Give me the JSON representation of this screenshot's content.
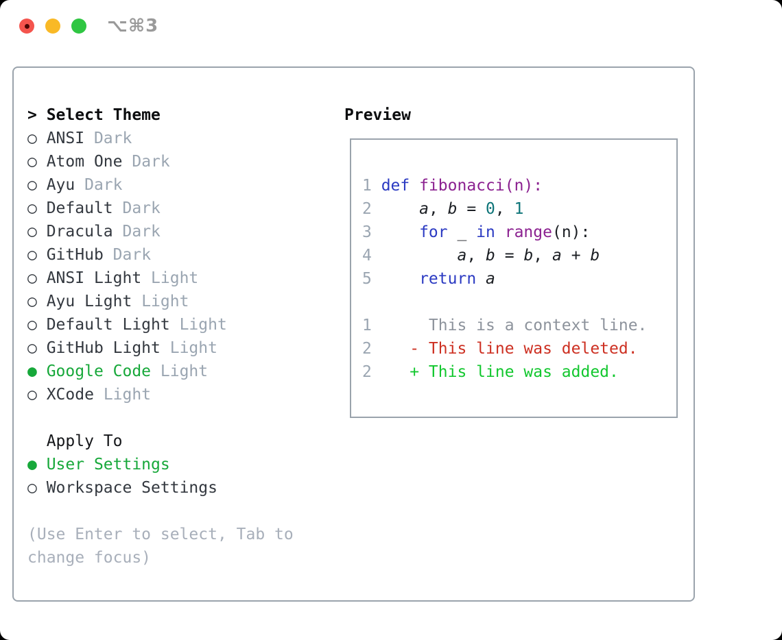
{
  "titlebar": {
    "shortcut": "⌥⌘3"
  },
  "colors": {
    "accent_green": "#17a83a",
    "keyword_blue": "#2b3ac2",
    "function_purple": "#8b2190",
    "number_teal": "#0d7478",
    "deleted_red": "#cd3022",
    "added_green": "#12c72e",
    "context_gray": "#8d939c",
    "line_number_gray": "#9aa5b1",
    "muted_tag_gray": "#9aa5b1",
    "text_dark": "#33383f",
    "border_gray": "#9aa3ac"
  },
  "theme_panel": {
    "header_prefix": ">",
    "header": "Select Theme",
    "radio_unselected_glyph": "○",
    "radio_selected_glyph": "●",
    "items": [
      {
        "name": "ANSI",
        "tag": "Dark",
        "selected": false
      },
      {
        "name": "Atom One",
        "tag": "Dark",
        "selected": false
      },
      {
        "name": "Ayu",
        "tag": "Dark",
        "selected": false
      },
      {
        "name": "Default",
        "tag": "Dark",
        "selected": false
      },
      {
        "name": "Dracula",
        "tag": "Dark",
        "selected": false
      },
      {
        "name": "GitHub",
        "tag": "Dark",
        "selected": false
      },
      {
        "name": "ANSI Light",
        "tag": "Light",
        "selected": false
      },
      {
        "name": "Ayu Light",
        "tag": "Light",
        "selected": false
      },
      {
        "name": "Default Light",
        "tag": "Light",
        "selected": false
      },
      {
        "name": "GitHub Light",
        "tag": "Light",
        "selected": false
      },
      {
        "name": "Google Code",
        "tag": "Light",
        "selected": true
      },
      {
        "name": "XCode",
        "tag": "Light",
        "selected": false
      }
    ],
    "apply_to": {
      "header": "Apply To",
      "options": [
        {
          "label": "User Settings",
          "selected": true
        },
        {
          "label": "Workspace Settings",
          "selected": false
        }
      ]
    },
    "help_lines": [
      "(Use Enter to select, Tab to",
      "change focus)"
    ]
  },
  "preview": {
    "title": "Preview",
    "code_lines": [
      {
        "num": "1",
        "tokens": [
          {
            "t": "def",
            "c": "kw"
          },
          {
            "t": " ",
            "c": "pl"
          },
          {
            "t": "fibonacci(n):",
            "c": "fn"
          }
        ]
      },
      {
        "num": "2",
        "tokens": [
          {
            "t": "    ",
            "c": "pl"
          },
          {
            "t": "a",
            "c": "var"
          },
          {
            "t": ", ",
            "c": "pl"
          },
          {
            "t": "b",
            "c": "var"
          },
          {
            "t": " = ",
            "c": "pl"
          },
          {
            "t": "0",
            "c": "num"
          },
          {
            "t": ", ",
            "c": "pl"
          },
          {
            "t": "1",
            "c": "num"
          }
        ]
      },
      {
        "num": "3",
        "tokens": [
          {
            "t": "    ",
            "c": "pl"
          },
          {
            "t": "for",
            "c": "kw"
          },
          {
            "t": " _ ",
            "c": "pl"
          },
          {
            "t": "in",
            "c": "kw"
          },
          {
            "t": " ",
            "c": "pl"
          },
          {
            "t": "range",
            "c": "fn"
          },
          {
            "t": "(n):",
            "c": "pl"
          }
        ]
      },
      {
        "num": "4",
        "tokens": [
          {
            "t": "        ",
            "c": "pl"
          },
          {
            "t": "a",
            "c": "var"
          },
          {
            "t": ", ",
            "c": "pl"
          },
          {
            "t": "b",
            "c": "var"
          },
          {
            "t": " = ",
            "c": "pl"
          },
          {
            "t": "b",
            "c": "var"
          },
          {
            "t": ", ",
            "c": "pl"
          },
          {
            "t": "a",
            "c": "var"
          },
          {
            "t": " + ",
            "c": "pl"
          },
          {
            "t": "b",
            "c": "var"
          }
        ]
      },
      {
        "num": "5",
        "tokens": [
          {
            "t": "    ",
            "c": "pl"
          },
          {
            "t": "return",
            "c": "kw"
          },
          {
            "t": " ",
            "c": "pl"
          },
          {
            "t": "a",
            "c": "var"
          }
        ]
      }
    ],
    "diff_lines": [
      {
        "num": "1",
        "tokens": [
          {
            "t": "     This is a context line.",
            "c": "ctx"
          }
        ]
      },
      {
        "num": "2",
        "tokens": [
          {
            "t": "   ",
            "c": "pl"
          },
          {
            "t": "- This line was deleted.",
            "c": "del"
          }
        ]
      },
      {
        "num": "2",
        "tokens": [
          {
            "t": "   ",
            "c": "pl"
          },
          {
            "t": "+ This line was added.",
            "c": "add"
          }
        ]
      }
    ]
  }
}
